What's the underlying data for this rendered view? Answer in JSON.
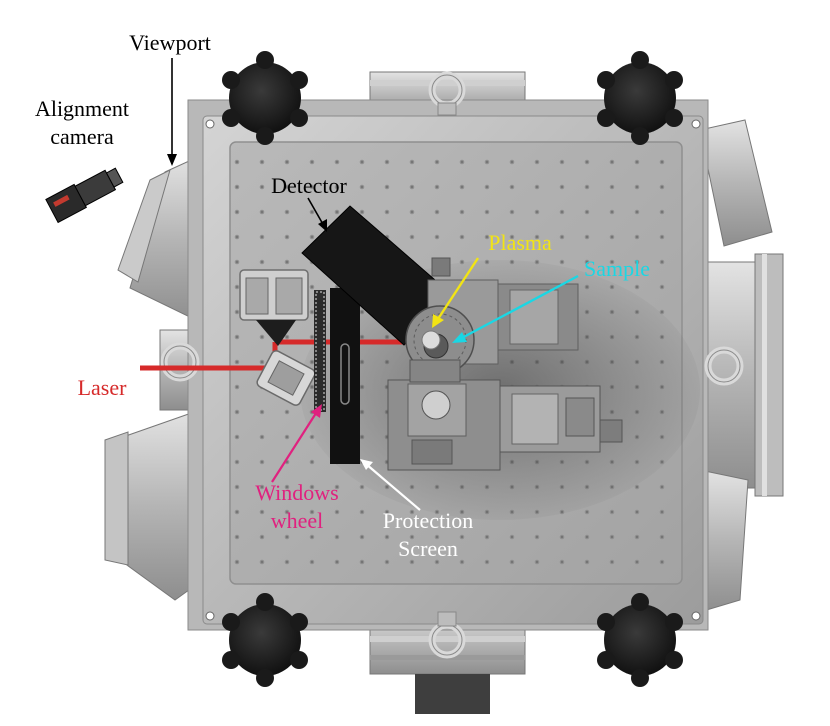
{
  "labels": {
    "viewport": "Viewport",
    "alignment_camera_line1": "Alignment",
    "alignment_camera_line2": "camera",
    "detector": "Detector",
    "plasma": "Plasma",
    "sample": "Sample",
    "laser": "Laser",
    "windows_wheel_line1": "Windows",
    "windows_wheel_line2": "wheel",
    "protection_screen_line1": "Protection",
    "protection_screen_line2": "Screen"
  },
  "colors": {
    "laser": "#d62a2a",
    "plasma": "#f2e414",
    "sample": "#1ad7e4",
    "windows_wheel": "#e0217f",
    "protection_screen": "#ffffff",
    "label_default": "#000000"
  }
}
